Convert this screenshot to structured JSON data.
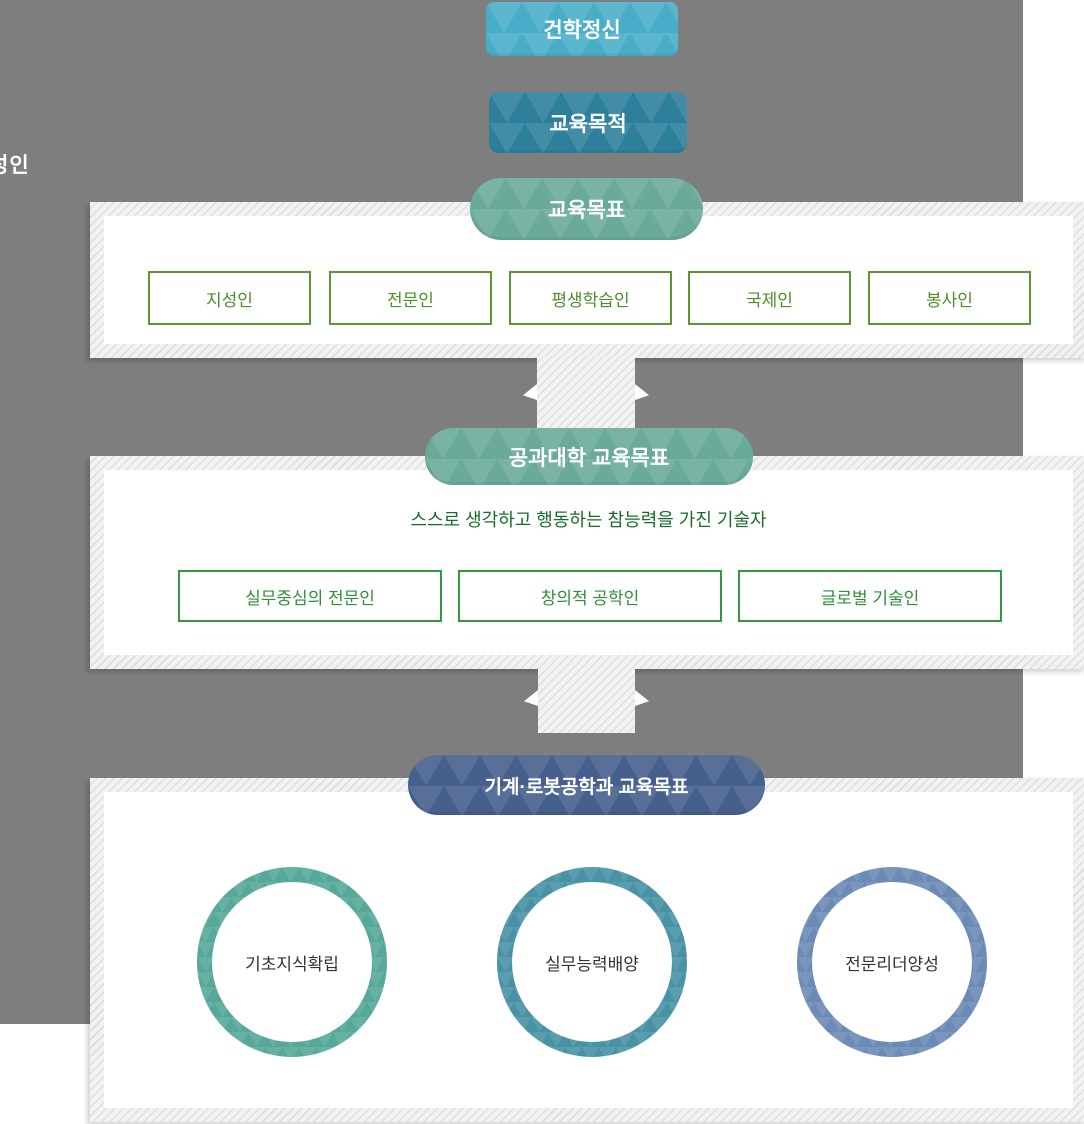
{
  "colors": {
    "background_gray": "#7e7e7e",
    "badge_founding_spirit": "#48aec8",
    "badge_education_purpose": "#2d7f9b",
    "badge_education_goals": "#69aa9b",
    "badge_engineering_college": "#69aa9b",
    "badge_department": "#45608c",
    "goal_box_border_univ": "#5c9732",
    "goal_box_border_college": "#33973e",
    "headline_green": "#186c2b",
    "circle_ring_1": "#56a89a",
    "circle_ring_2": "#4892a6",
    "circle_ring_3": "#6b8ab6"
  },
  "clipped_left_text": "성인",
  "flow": {
    "badge_founding_spirit": "건학정신",
    "badge_education_purpose": "교육목적",
    "university_goals": {
      "badge": "교육목표",
      "items": [
        "지성인",
        "전문인",
        "평생학습인",
        "국제인",
        "봉사인"
      ]
    },
    "college_goals": {
      "badge": "공과대학 교육목표",
      "headline": "스스로 생각하고 행동하는 참능력을 가진 기술자",
      "items": [
        "실무중심의 전문인",
        "창의적 공학인",
        "글로벌 기술인"
      ]
    },
    "department_goals": {
      "badge": "기계·로봇공학과 교육목표",
      "circles": [
        "기초지식확립",
        "실무능력배양",
        "전문리더양성"
      ]
    }
  }
}
